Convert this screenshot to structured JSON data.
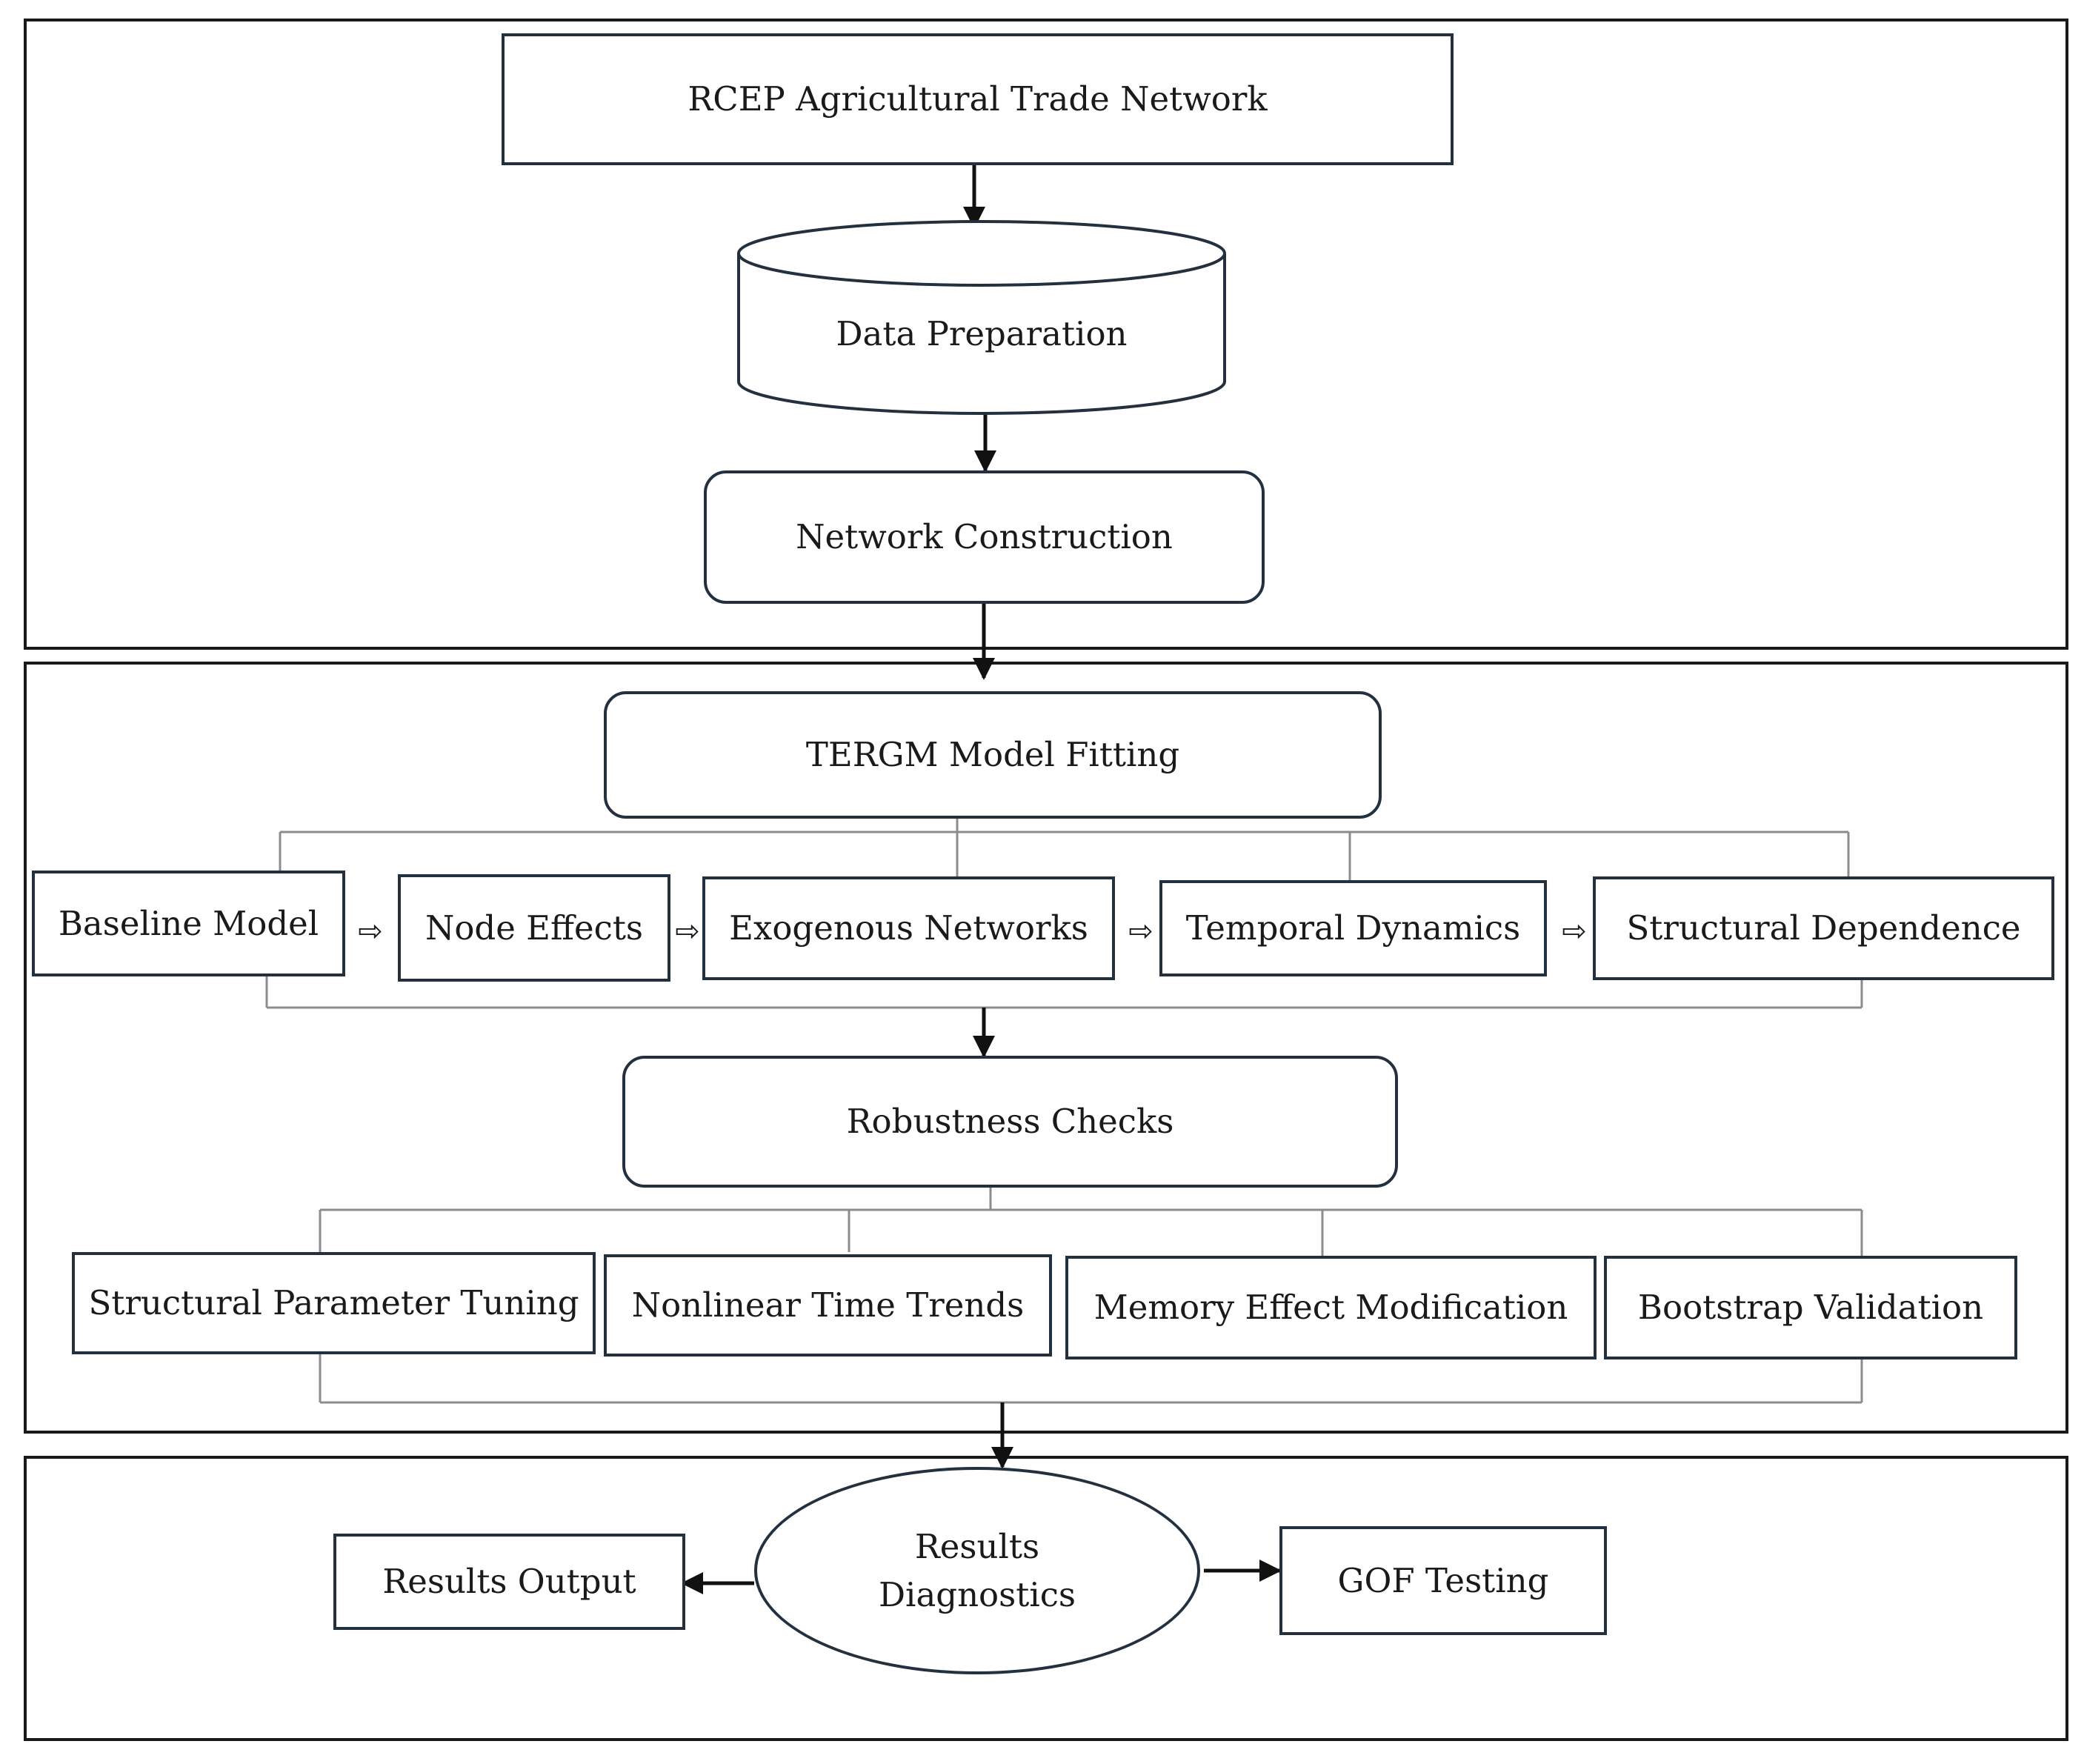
{
  "colors": {
    "border": "#23303d",
    "connector": "#8c8c8c",
    "arrow": "#111111"
  },
  "stage1": {
    "network": "RCEP Agricultural Trade Network",
    "data_prep": "Data Preparation",
    "construction": "Network Construction"
  },
  "stage2": {
    "fitting": "TERGM Model Fitting",
    "steps": [
      "Baseline Model",
      "Node Effects",
      "Exogenous Networks",
      "Temporal Dynamics",
      "Structural Dependence"
    ],
    "robustness": "Robustness Checks",
    "checks": [
      "Structural Parameter Tuning",
      "Nonlinear Time Trends",
      "Memory Effect Modification",
      "Bootstrap Validation"
    ]
  },
  "stage3": {
    "diagnostics_line1": "Results",
    "diagnostics_line2": "Diagnostics",
    "output": "Results Output",
    "gof": "GOF Testing"
  }
}
